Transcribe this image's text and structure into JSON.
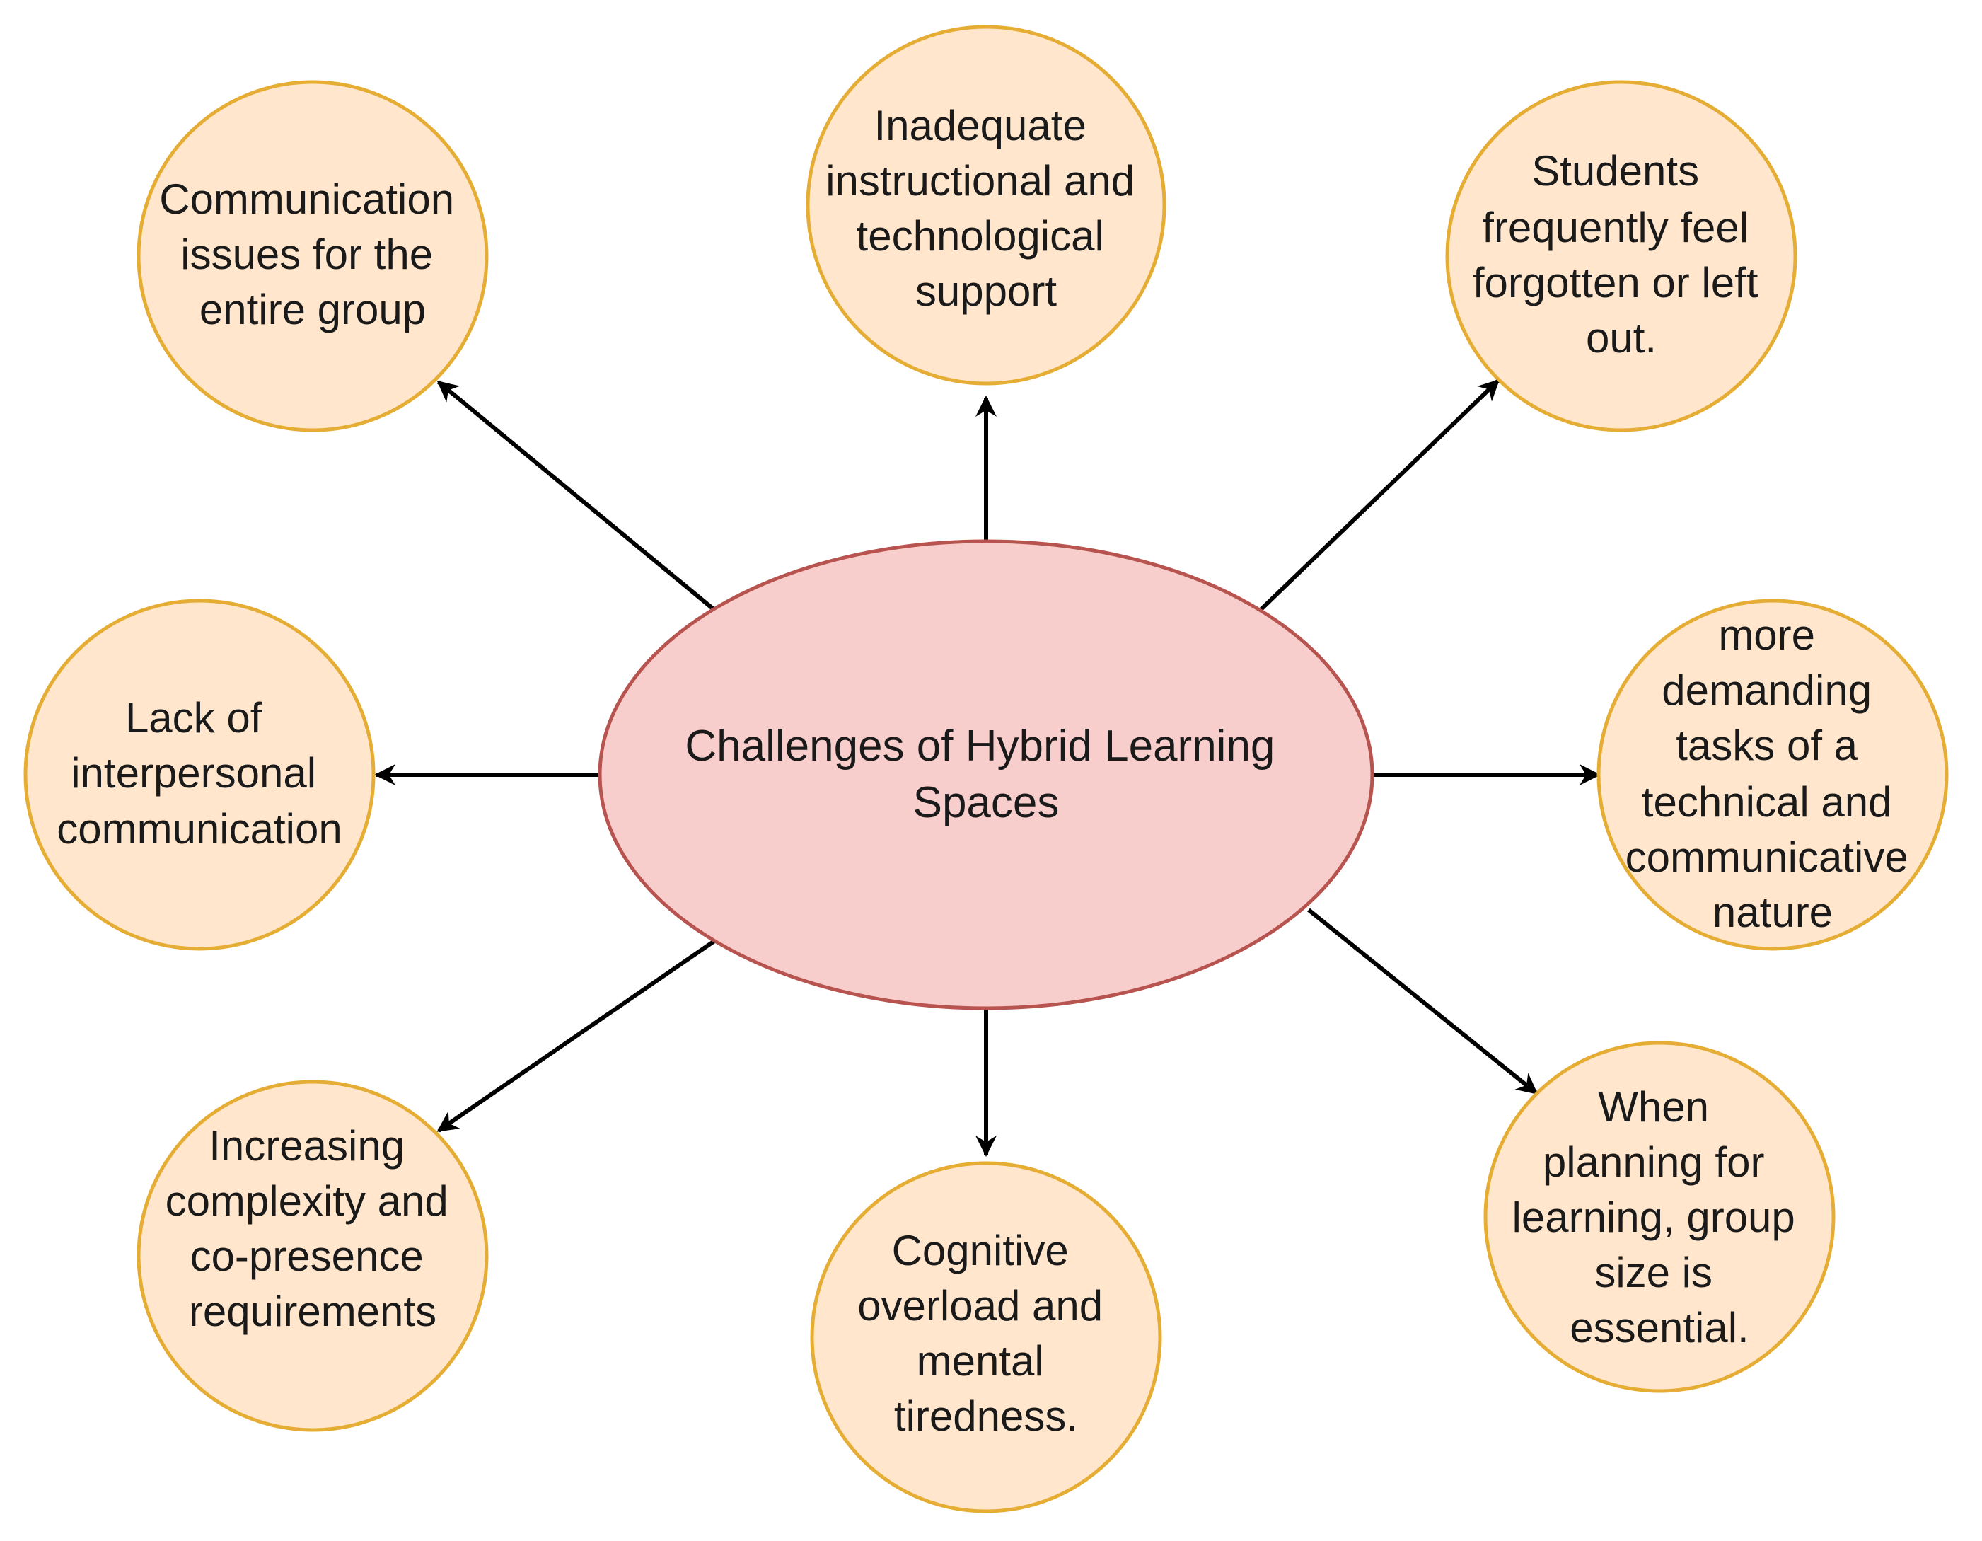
{
  "colors": {
    "center_fill": "#f8cecc",
    "center_stroke": "#b85450",
    "node_fill": "#ffe6cc",
    "node_stroke": "#e6ad35",
    "arrow": "#000000",
    "text": "#1a1a1a"
  },
  "center": {
    "lines": [
      "Challenges of Hybrid Learning",
      "Spaces"
    ]
  },
  "nodes": [
    {
      "id": "communication-issues",
      "lines": [
        "Communication",
        "issues for the",
        "entire group"
      ]
    },
    {
      "id": "inadequate-support",
      "lines": [
        "Inadequate",
        "instructional and",
        "technological",
        "support"
      ]
    },
    {
      "id": "students-forgotten",
      "lines": [
        "Students",
        "frequently feel",
        "forgotten or left",
        "out."
      ]
    },
    {
      "id": "lack-interpersonal",
      "lines": [
        "Lack of",
        "interpersonal",
        "communication"
      ]
    },
    {
      "id": "demanding-tasks",
      "lines": [
        "more",
        "demanding",
        "tasks of a",
        "technical and",
        "communicative",
        "nature"
      ]
    },
    {
      "id": "increasing-complexity",
      "lines": [
        "Increasing",
        "complexity and",
        "co-presence",
        "requirements"
      ]
    },
    {
      "id": "cognitive-overload",
      "lines": [
        "Cognitive",
        "overload and",
        "mental",
        "tiredness."
      ]
    },
    {
      "id": "group-size",
      "lines": [
        "When",
        "planning for",
        "learning, group",
        "size is",
        "essential."
      ]
    }
  ]
}
